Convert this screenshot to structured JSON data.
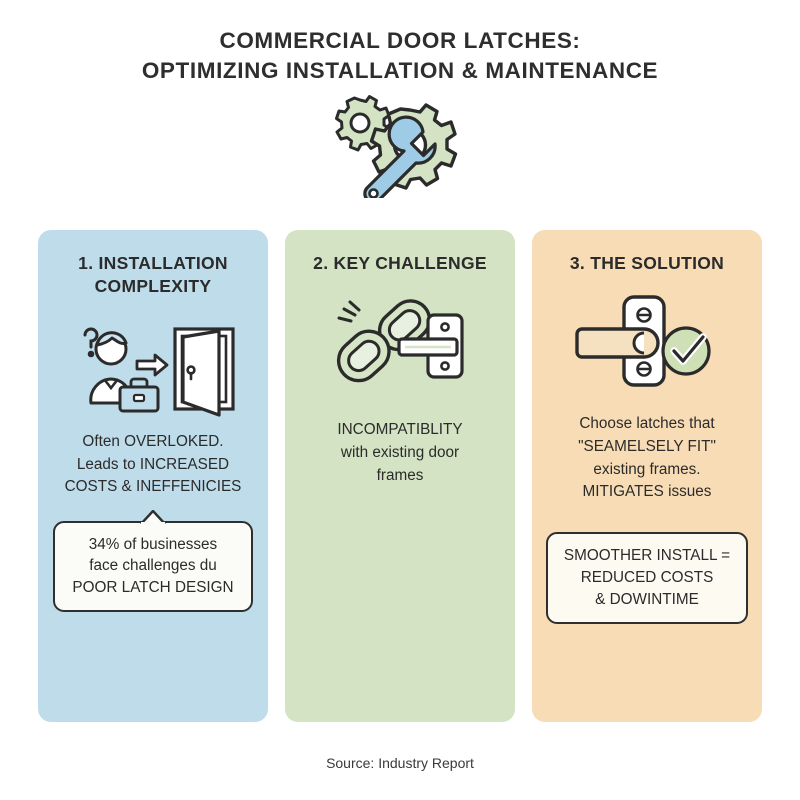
{
  "header": {
    "title_line1": "COMMERCIAL DOOR LATCHES:",
    "title_line2": "OPTIMIZING INSTALLATION & MAINTENANCE",
    "hero_icon": "gears-and-wrench-icon"
  },
  "colors": {
    "panel_1_bg": "#bfdcea",
    "panel_2_bg": "#d3e3c4",
    "panel_3_bg": "#f7dcb5",
    "box_bg": "#fbfbf8",
    "box_border": "#2f2f2f",
    "icon_outline": "#2b2b2b",
    "accent_blue": "#9ecbe6",
    "accent_green": "#cfe0b6",
    "accent_peach": "#f5e0bf",
    "page_bg": "#ffffff",
    "text": "#2b2b2b"
  },
  "panels": [
    {
      "number": "1.",
      "heading_line1": "1. INSTALLATION",
      "heading_line2": "COMPLEXITY",
      "icon": "person-question-door-icon",
      "body_line1": "Often OVERLOKED.",
      "body_line2": "Leads to INCREASED",
      "body_line3": "COSTS & INEFFENICIES",
      "callout": {
        "line1": "34% of businesses",
        "line2": "face challenges du",
        "line3": "POOR LATCH DESIGN",
        "stat": "34%"
      }
    },
    {
      "number": "2.",
      "heading_line1": "2. KEY CHALLENGE",
      "heading_line2": "",
      "icon": "broken-chain-strike-plate-icon",
      "body_line1": "INCOMPATIBLITY",
      "body_line2": "with existing door",
      "body_line3": "frames",
      "callout": null
    },
    {
      "number": "3.",
      "heading_line1": "3. THE SOLUTION",
      "heading_line2": "",
      "icon": "latch-plate-checkmark-icon",
      "body_line1": "Choose latches that",
      "body_line2": "\"SEAMELSELY FIT\"",
      "body_line3": "existing frames.",
      "body_line4": "MITIGATES issues",
      "box": {
        "line1": "SMOOTHER INSTALL =",
        "line2": "REDUCED COSTS",
        "line3": "& DOWINTIME"
      }
    }
  ],
  "footer": {
    "source": "Source: Industry Report"
  }
}
